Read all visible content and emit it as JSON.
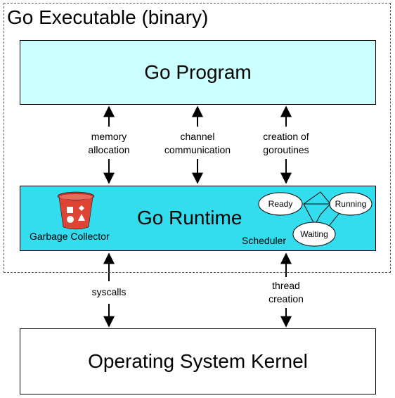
{
  "executable": {
    "title": "Go Executable (binary)"
  },
  "program": {
    "title": "Go Program"
  },
  "runtime": {
    "title": "Go Runtime",
    "garbage_collector_label": "Garbage Collector",
    "scheduler_label": "Scheduler",
    "scheduler_states": [
      "Ready",
      "Running",
      "Waiting"
    ],
    "gc_icon": "bucket-icon"
  },
  "kernel": {
    "title": "Operating System Kernel"
  },
  "program_runtime_links": [
    {
      "line1": "memory",
      "line2": "allocation"
    },
    {
      "line1": "channel",
      "line2": "communication"
    },
    {
      "line1": "creation of",
      "line2": "goroutines"
    }
  ],
  "runtime_kernel_links": [
    {
      "line1": "syscalls",
      "line2": ""
    },
    {
      "line1": "thread",
      "line2": "creation"
    }
  ],
  "colors": {
    "program_fill": "#ccffff",
    "runtime_fill": "#33ddee",
    "kernel_fill": "#ffffff",
    "gc_bucket": "#dd4433"
  }
}
